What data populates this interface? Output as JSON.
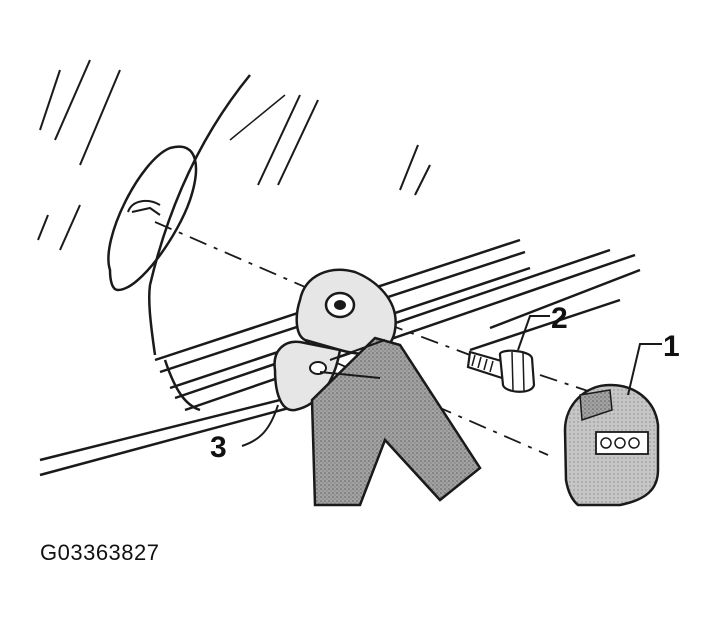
{
  "callouts": {
    "item1": "1",
    "item2": "2",
    "item3": "3"
  },
  "figure_id": "G03363827",
  "colors": {
    "line": "#1a1a1a",
    "strap_fill": "#8c8c8c",
    "cover_fill": "#bdbdbd",
    "bracket_fill": "#e6e6e6",
    "background": "#ffffff"
  }
}
